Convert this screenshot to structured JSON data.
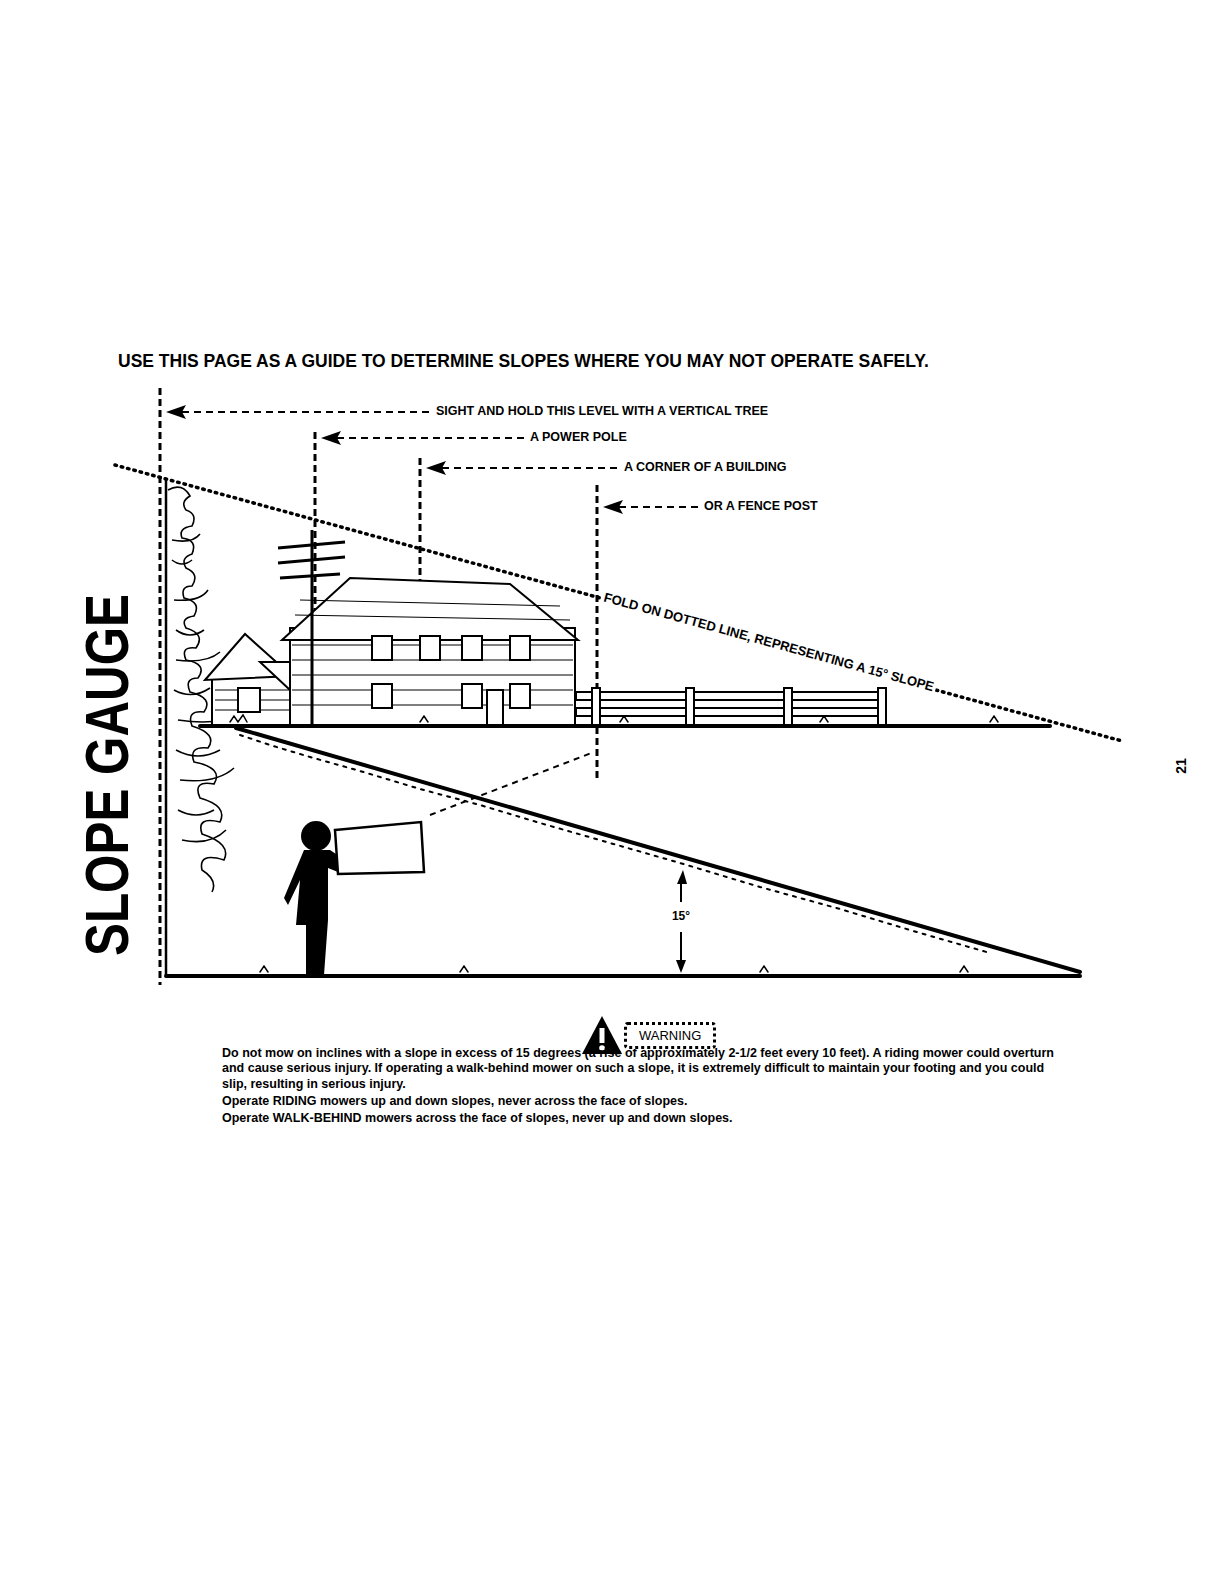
{
  "diagram": {
    "title": "SLOPE GAUGE",
    "nodes": [
      {
        "text": [
          "WARNING"
        ]
      }
    ],
    "labels": [
      "USE THIS PAGE AS A GUIDE TO DETERMINE SLOPES WHERE YOU MAY NOT OPERATE SAFELY.",
      "SIGHT AND HOLD THIS LEVEL WITH A VERTICAL TREE",
      "A POWER POLE",
      "A CORNER OF A BUILDING",
      "OR A FENCE POST",
      "FOLD ON DOTTED LINE, REPRESENTING A 15° SLOPE",
      "15°",
      "Do not mow on inclines with a slope in excess of 15 degrees (a rise of approximately 2-1/2 feet every 10 feet). A riding mower could overturn and cause serious injury. If operating a walk-behind mower on such a slope, it is extremely difficult to maintain your footing and you could slip, resulting in serious injury.",
      "Operate RIDING mowers up and down slopes, never across the face of slopes.",
      "Operate WALK-BEHIND mowers across the face of slopes, never up and down slopes.",
      "21"
    ]
  }
}
